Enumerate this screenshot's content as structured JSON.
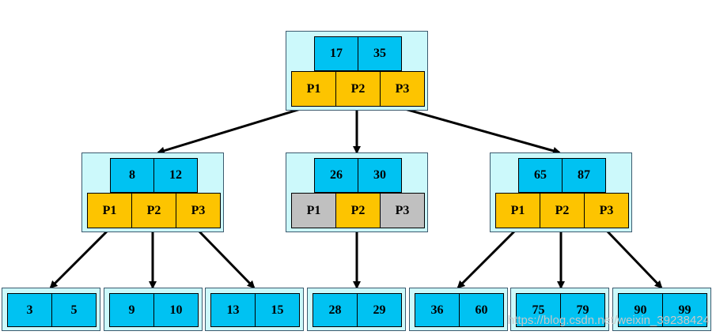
{
  "diagram": {
    "colors": {
      "node_bg": "#ccf9fb",
      "key": "#00c2f2",
      "pointer": "#fdc400",
      "pointer_unused": "#c0c0c0",
      "arrow": "#000000"
    },
    "root": {
      "keys": [
        "17",
        "35"
      ],
      "pointers": [
        "P1",
        "P2",
        "P3"
      ]
    },
    "internal": [
      {
        "keys": [
          "8",
          "12"
        ],
        "pointers": [
          "P1",
          "P2",
          "P3"
        ],
        "unused": []
      },
      {
        "keys": [
          "26",
          "30"
        ],
        "pointers": [
          "P1",
          "P2",
          "P3"
        ],
        "unused": [
          0,
          2
        ]
      },
      {
        "keys": [
          "65",
          "87"
        ],
        "pointers": [
          "P1",
          "P2",
          "P3"
        ],
        "unused": []
      }
    ],
    "leaves": [
      {
        "keys": [
          "3",
          "5"
        ]
      },
      {
        "keys": [
          "9",
          "10"
        ]
      },
      {
        "keys": [
          "13",
          "15"
        ]
      },
      {
        "keys": [
          "28",
          "29"
        ]
      },
      {
        "keys": [
          "36",
          "60"
        ]
      },
      {
        "keys": [
          "75",
          "79"
        ]
      },
      {
        "keys": [
          "90",
          "99"
        ]
      }
    ]
  },
  "watermark": "https://blog.csdn.net/weixin_39238424"
}
